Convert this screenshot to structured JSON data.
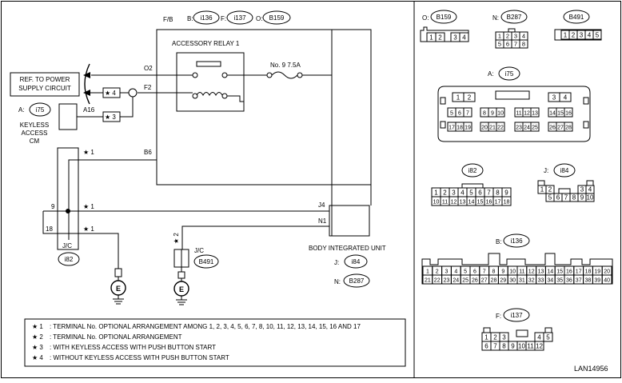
{
  "labels": {
    "fb": "F/B",
    "relay": "ACCESSORY RELAY 1",
    "fuse": "No. 9  7.5A",
    "o2": "O2",
    "f2": "F2",
    "b6": "B6",
    "j4": "J4",
    "n1": "N1",
    "a16": "A16",
    "ref_line1": "REF. TO POWER",
    "ref_line2": "SUPPLY CIRCUIT",
    "keyless1": "KEYLESS",
    "keyless2": "ACCESS",
    "keyless3": "CM",
    "a_prefix": "A:",
    "pin9": "9",
    "pin18": "18",
    "jc": "J/C",
    "jc2": "J/C",
    "star1": "★ 1",
    "star2": "★ 2",
    "star3": "★ 3",
    "star4": "★ 4",
    "ground": "E",
    "biu": "BODY INTEGRATED UNIT",
    "j_prefix": "J:",
    "n_prefix": "N:",
    "o_prefix": "O:",
    "b_prefix": "B:",
    "f_prefix": "F:",
    "lan": "LAN14956"
  },
  "codes": {
    "i136": "i136",
    "i137": "i137",
    "b159": "B159",
    "b287": "B287",
    "b491": "B491",
    "i75": "i75",
    "i82": "i82",
    "i84": "i84"
  },
  "notes": [
    {
      "mark": "★ 1",
      "text": ": TERMINAL No. OPTIONAL ARRANGEMENT AMONG 1, 2, 3, 4, 5, 6, 7, 8, 10, 11, 12, 13, 14, 15, 16 AND 17"
    },
    {
      "mark": "★ 2",
      "text": ": TERMINAL No. OPTIONAL ARRANGEMENT"
    },
    {
      "mark": "★ 3",
      "text": ": WITH KEYLESS ACCESS WITH PUSH BUTTON START"
    },
    {
      "mark": "★ 4",
      "text": ": WITHOUT KEYLESS ACCESS WITH PUSH BUTTON START"
    }
  ],
  "connectors": {
    "b159_pins": [
      "1",
      "2",
      "3",
      "4"
    ],
    "b287_top": [
      "1",
      "2",
      "3",
      "4"
    ],
    "b287_bottom": [
      "5",
      "6",
      "7",
      "8"
    ],
    "b491_pins": [
      "1",
      "2",
      "3",
      "4",
      "5"
    ],
    "i75_row1a": [
      "1",
      "2"
    ],
    "i75_row1b": [
      "3",
      "4"
    ],
    "i75_row2a": [
      "5",
      "6",
      "7"
    ],
    "i75_row2b": [
      "8",
      "9",
      "10"
    ],
    "i75_row2c": [
      "11",
      "12",
      "13"
    ],
    "i75_row2d": [
      "14",
      "15",
      "16"
    ],
    "i75_row3a": [
      "17",
      "18",
      "19"
    ],
    "i75_row3b": [
      "20",
      "21",
      "22"
    ],
    "i75_row3c": [
      "23",
      "24",
      "25"
    ],
    "i75_row3d": [
      "26",
      "27",
      "28"
    ],
    "i82_row1": [
      "1",
      "2",
      "3",
      "4",
      "5",
      "6",
      "7",
      "8",
      "9"
    ],
    "i82_row2": [
      "10",
      "11",
      "12",
      "13",
      "14",
      "15",
      "16",
      "17",
      "18"
    ],
    "i84_row1a": [
      "1",
      "2"
    ],
    "i84_row1b": [
      "3",
      "4"
    ],
    "i84_row2": [
      "5",
      "6",
      "7",
      "8",
      "9",
      "10"
    ],
    "i136_row1": [
      "1",
      "2",
      "3",
      "4",
      "5",
      "6",
      "7",
      "8",
      "9",
      "10",
      "11",
      "12",
      "13",
      "14",
      "15",
      "16",
      "17",
      "18",
      "19",
      "20"
    ],
    "i136_row2": [
      "21",
      "22",
      "23",
      "24",
      "25",
      "26",
      "27",
      "28",
      "29",
      "30",
      "31",
      "32",
      "33",
      "34",
      "35",
      "36",
      "37",
      "38",
      "39",
      "40"
    ],
    "i137_row1a": [
      "1",
      "2",
      "3"
    ],
    "i137_row1b": [
      "4",
      "5"
    ],
    "i137_row2": [
      "6",
      "7",
      "8",
      "9",
      "10",
      "11",
      "12"
    ]
  }
}
